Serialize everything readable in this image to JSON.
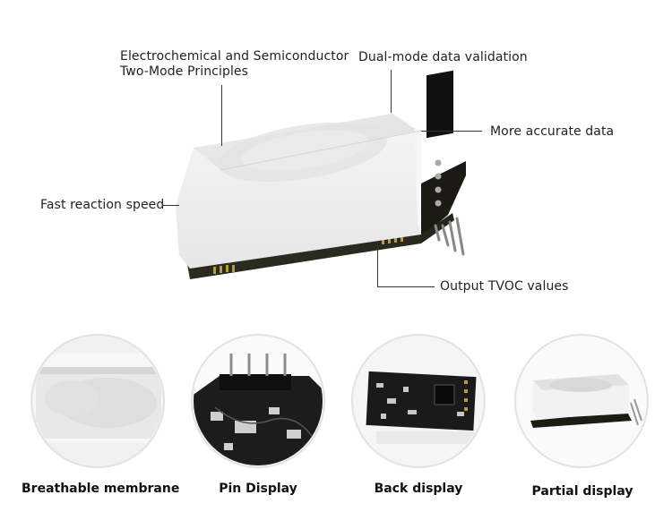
{
  "callouts": {
    "principles_line1": "Electrochemical and Semiconductor",
    "principles_line2": "Two-Mode Principles",
    "validation": "Dual-mode data validation",
    "accuracy": "More accurate data",
    "speed": "Fast reaction speed",
    "output": "Output TVOC values"
  },
  "thumbnails": [
    {
      "label": "Breathable membrane"
    },
    {
      "label": "Pin Display"
    },
    {
      "label": "Back display"
    },
    {
      "label": "Partial display"
    }
  ]
}
